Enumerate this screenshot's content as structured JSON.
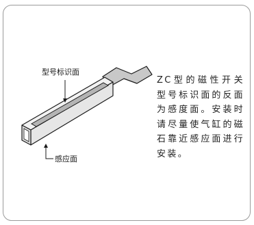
{
  "labels": {
    "marking_face": "型号标识面",
    "sensing_face": "感应面"
  },
  "description": "ZC型的磁性开关型号标识面的反面为感度面。安装时请尽量使气缸的磁石靠近感应面进行安装。",
  "colors": {
    "frame_border": "#9a9a9a",
    "outline": "#1a1a1a",
    "label_plate": "#b4b4b4",
    "cable": "#c8c8c8",
    "body_top": "#f2f2f2",
    "body_side": "#e6e6e6",
    "end_face": "#dcdcdc"
  }
}
